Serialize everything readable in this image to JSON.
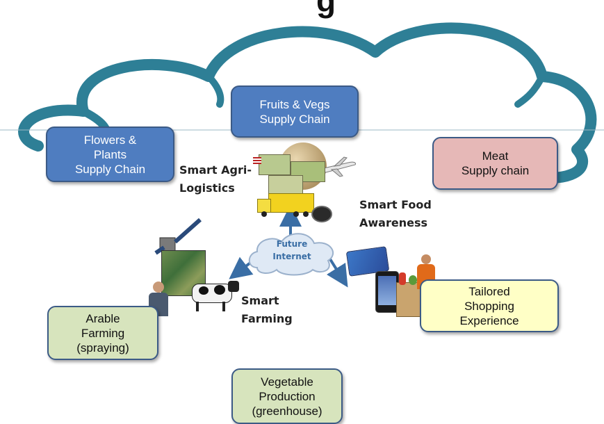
{
  "title_fragment": "g",
  "boxes": {
    "fruits": {
      "text": "Fruits & Vegs\nSupply Chain",
      "color": "#4f7dc0"
    },
    "flowers": {
      "text": "Flowers &\nPlants\nSupply Chain",
      "color": "#4f7dc0"
    },
    "meat": {
      "text": "Meat\nSupply chain",
      "color": "#e6b8b7"
    },
    "shopping": {
      "text": "Tailored\nShopping\nExperience",
      "color": "#ffffc6"
    },
    "arable": {
      "text": "Arable\nFarming\n(spraying)",
      "color": "#d7e4bd"
    },
    "vegetable": {
      "text": "Vegetable\nProduction\n(greenhouse)",
      "color": "#d7e4bd"
    }
  },
  "labels": {
    "agri_logistics": "Smart Agri-\nLogistics",
    "food_awareness": "Smart Food\nAwareness",
    "smart_farming": "Smart\nFarming"
  },
  "center_cloud": {
    "text": "Future\nInternet"
  },
  "colors": {
    "cloud_outline": "#2e7f96",
    "arrow": "#3a6ea5"
  },
  "icons": [
    "globe-icon",
    "airplane-icon",
    "truck-icon",
    "crates-icon",
    "mouse-icon",
    "satellite-icon",
    "farmer-icon",
    "cow-icon",
    "credit-card-icon",
    "smartphone-icon",
    "shopping-bag-icon"
  ]
}
